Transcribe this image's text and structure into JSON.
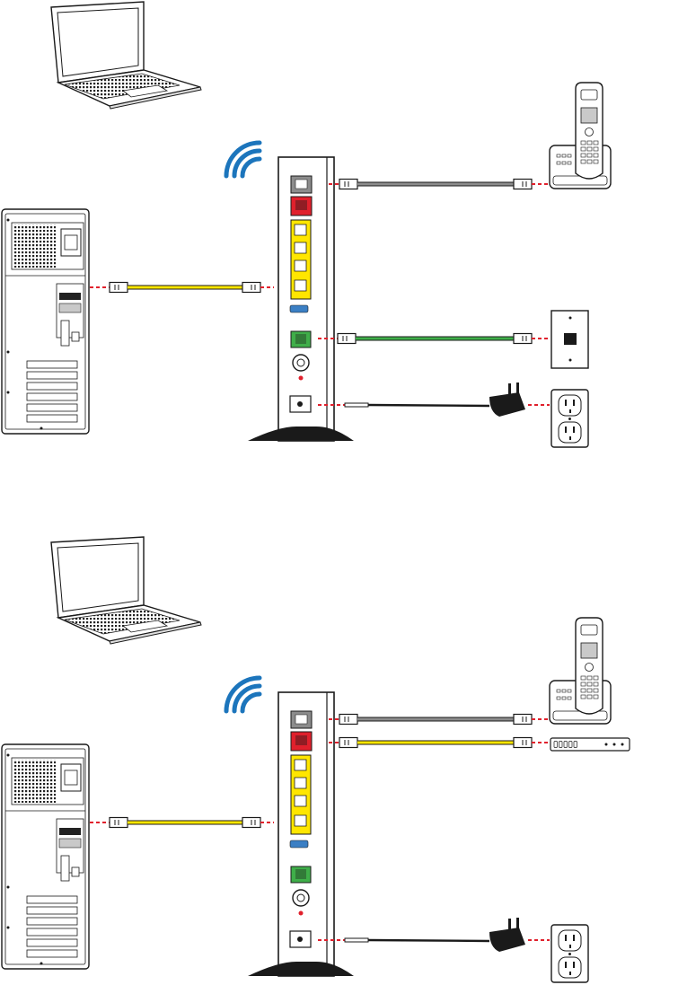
{
  "diagrams": [
    {
      "devices": [
        {
          "name": "laptop",
          "icon": "laptop-icon"
        },
        {
          "name": "wifi",
          "icon": "wifi-icon"
        },
        {
          "name": "gateway",
          "icon": "router-icon"
        },
        {
          "name": "desktop-computer",
          "icon": "desktop-tower-icon"
        },
        {
          "name": "cordless-phone",
          "icon": "phone-icon"
        },
        {
          "name": "phone-wall-jack",
          "icon": "phone-jack-icon"
        },
        {
          "name": "power-outlet",
          "icon": "outlet-icon"
        }
      ],
      "connections": [
        {
          "from": "gateway-phone-port",
          "to": "cordless-phone",
          "cable_color": "#8c8c8c"
        },
        {
          "from": "desktop-computer",
          "to": "gateway-lan-port",
          "cable_color": "#ffe600"
        },
        {
          "from": "gateway-dsl-port",
          "to": "phone-wall-jack",
          "cable_color": "#3fae49"
        },
        {
          "from": "gateway-power-port",
          "to": "power-outlet",
          "cable_color": "#1a1a1a"
        }
      ]
    },
    {
      "devices": [
        {
          "name": "laptop",
          "icon": "laptop-icon"
        },
        {
          "name": "wifi",
          "icon": "wifi-icon"
        },
        {
          "name": "gateway",
          "icon": "router-icon"
        },
        {
          "name": "desktop-computer",
          "icon": "desktop-tower-icon"
        },
        {
          "name": "cordless-phone",
          "icon": "phone-icon"
        },
        {
          "name": "network-device",
          "icon": "network-switch-icon"
        },
        {
          "name": "power-outlet",
          "icon": "outlet-icon"
        }
      ],
      "connections": [
        {
          "from": "gateway-phone-port",
          "to": "cordless-phone",
          "cable_color": "#8c8c8c"
        },
        {
          "from": "gateway-wan-port",
          "to": "network-device",
          "cable_color": "#ffe600"
        },
        {
          "from": "desktop-computer",
          "to": "gateway-lan-port",
          "cable_color": "#ffe600"
        },
        {
          "from": "gateway-power-port",
          "to": "power-outlet",
          "cable_color": "#1a1a1a"
        }
      ]
    }
  ],
  "colors": {
    "wifi": "#1c75bc",
    "phone_port": "#8c8c8c",
    "wan_port": "#e0202c",
    "lan_ports": "#ffe600",
    "usb_port": "#3b7fc4",
    "dsl_port": "#3fae49",
    "dashed_link": "#e0202c",
    "outline": "#1a1a1a"
  }
}
